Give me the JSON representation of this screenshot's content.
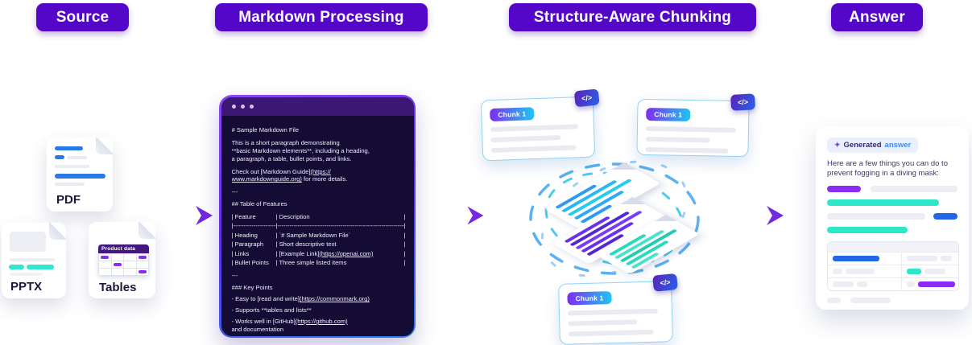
{
  "stages": [
    {
      "label": "Source"
    },
    {
      "label": "Markdown Processing"
    },
    {
      "label": "Structure-Aware Chunking"
    },
    {
      "label": "Answer"
    }
  ],
  "sources": {
    "pdf": {
      "label": "PDF"
    },
    "pptx": {
      "label": "PPTX"
    },
    "tables": {
      "label": "Tables",
      "table_title": "Product data"
    }
  },
  "editor": {
    "blocks": [
      {
        "t": "line",
        "mt": 0,
        "s": [
          [
            "# Sample Markdown File",
            0
          ]
        ]
      },
      {
        "t": "line",
        "mt": 7,
        "s": [
          [
            "This is a short paragraph demonstrating",
            0
          ]
        ]
      },
      {
        "t": "line",
        "mt": 0,
        "s": [
          [
            "**basic Markdown elements**, including a heading,",
            0
          ]
        ]
      },
      {
        "t": "line",
        "mt": 0,
        "s": [
          [
            "a paragraph, a table, bullet points, and links.",
            0
          ]
        ]
      },
      {
        "t": "line",
        "mt": 6,
        "s": [
          [
            "Check out [Markdown Guide]",
            0
          ],
          [
            "(https://",
            1
          ]
        ]
      },
      {
        "t": "line",
        "mt": 0,
        "s": [
          [
            "www.markdownguide.org)",
            1
          ],
          [
            " for more details.",
            0
          ]
        ]
      },
      {
        "t": "line",
        "mt": 6,
        "s": [
          [
            "---",
            0
          ]
        ]
      },
      {
        "t": "line",
        "mt": 5,
        "s": [
          [
            "## Table of Features",
            0
          ]
        ]
      },
      {
        "t": "trow",
        "mt": 5,
        "c1": [
          [
            "| Feature",
            0
          ]
        ],
        "c2": [
          [
            "| Description",
            0
          ]
        ],
        "c3": "|"
      },
      {
        "t": "trow",
        "mt": 0,
        "c1": [
          [
            "|------------------------",
            0
          ]
        ],
        "c2": [
          [
            "|--------------------------------------------------------------------",
            0
          ]
        ],
        "c3": "|"
      },
      {
        "t": "trow",
        "mt": 0,
        "c1": [
          [
            "| Heading",
            0
          ]
        ],
        "c2": [
          [
            "| `# Sample Markdown File`",
            0
          ]
        ],
        "c3": "|"
      },
      {
        "t": "trow",
        "mt": 0,
        "c1": [
          [
            "| Paragraph",
            0
          ]
        ],
        "c2": [
          [
            "| Short descriptive text",
            0
          ]
        ],
        "c3": "|"
      },
      {
        "t": "trow",
        "mt": 0,
        "c1": [
          [
            "| Links",
            0
          ]
        ],
        "c2": [
          [
            "| [Example Link]",
            0
          ],
          [
            "(https://openai.com)",
            1
          ]
        ],
        "c3": "|"
      },
      {
        "t": "trow",
        "mt": 0,
        "c1": [
          [
            "| Bullet Points",
            0
          ]
        ],
        "c2": [
          [
            "| Three simple listed items",
            0
          ]
        ],
        "c3": "|"
      },
      {
        "t": "line",
        "mt": 5,
        "s": [
          [
            "---",
            0
          ]
        ]
      },
      {
        "t": "line",
        "mt": 5,
        "s": [
          [
            "### Key Points",
            0
          ]
        ]
      },
      {
        "t": "line",
        "mt": 5,
        "s": [
          [
            "- Easy to [read and write]",
            0
          ],
          [
            "(https://commonmark.org)",
            1
          ]
        ]
      },
      {
        "t": "line",
        "mt": 4,
        "s": [
          [
            "- Supports **tables and lists**",
            0
          ]
        ]
      },
      {
        "t": "line",
        "mt": 4,
        "s": [
          [
            "- Works well in [GitHub]",
            0
          ],
          [
            "(https://github.com)",
            1
          ]
        ]
      },
      {
        "t": "line",
        "mt": 0,
        "s": [
          [
            "and documentation",
            0
          ]
        ]
      }
    ]
  },
  "chunks": {
    "code_icon": "</>",
    "cards": [
      {
        "badge": "Chunk 1",
        "lines": [
          92,
          74,
          90
        ]
      },
      {
        "badge": "Chunk 1",
        "lines": [
          96,
          68,
          88
        ]
      },
      {
        "badge": "Chunk 1",
        "lines": [
          94,
          72,
          89
        ]
      }
    ]
  },
  "answer": {
    "badge_icon": "✦",
    "badge_bold": "Generated",
    "badge_accent": "answer",
    "body_text": "Here are a few things you can do to prevent fogging in a diving mask:",
    "pill_rows": [
      [
        {
          "c": "purple",
          "w": 42
        },
        {
          "c": "gray",
          "w": 108
        }
      ],
      [
        {
          "c": "cyan",
          "w": 139
        }
      ],
      [
        {
          "c": "gray",
          "w": 126
        },
        {
          "c": "blue",
          "w": 31
        }
      ],
      [
        {
          "c": "cyan",
          "w": 100
        }
      ]
    ],
    "table_rows": [
      {
        "left": [
          {
            "c": "blue",
            "w": 58
          }
        ],
        "right": [
          {
            "c": "gray",
            "w": 38
          },
          {
            "c": "gray",
            "w": 14
          }
        ]
      },
      {
        "left": [
          {
            "c": "gray",
            "w": 12
          },
          {
            "c": "gray",
            "w": 36
          }
        ],
        "right": [
          {
            "c": "cyan",
            "w": 18
          },
          {
            "c": "gray",
            "w": 26
          }
        ]
      },
      {
        "left": [
          {
            "c": "gray",
            "w": 26
          },
          {
            "c": "gray",
            "w": 13
          }
        ],
        "right": [
          {
            "c": "gray",
            "w": 10
          },
          {
            "c": "purple",
            "w": 46
          }
        ]
      }
    ],
    "footer_pills": [
      {
        "c": "gray",
        "w": 17
      },
      {
        "c": "gray",
        "w": 50
      }
    ]
  },
  "colors": {
    "purple": "#8b2cf5",
    "cyan": "#2be8c9",
    "blue": "#2166e9",
    "gray": "#eceef3",
    "stage_badge": "#5407c8",
    "chunk_line_gray": "#e9ebf1",
    "arrow_start": "#5fd2f6",
    "arrow_end": "#8447f2"
  }
}
